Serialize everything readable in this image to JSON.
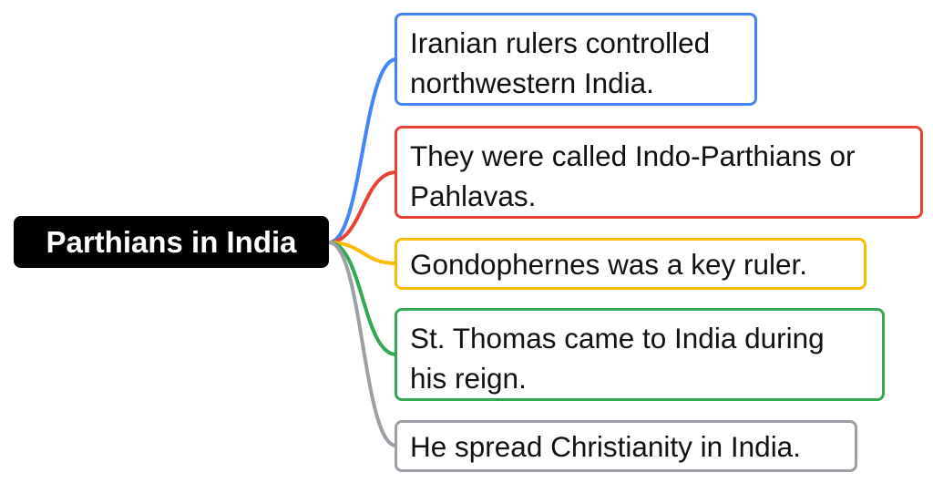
{
  "root": {
    "label": "Parthians in India"
  },
  "branches": [
    {
      "lines": [
        "Iranian rulers controlled",
        "northwestern India."
      ],
      "color": "#4285F4"
    },
    {
      "lines": [
        "They were called Indo-Parthians or",
        "Pahlavas."
      ],
      "color": "#EA4335"
    },
    {
      "lines": [
        "Gondophernes was a key ruler."
      ],
      "color": "#FBBC04"
    },
    {
      "lines": [
        "St. Thomas came to India during",
        "his reign."
      ],
      "color": "#34A853"
    },
    {
      "lines": [
        "He spread Christianity in India."
      ],
      "color": "#9AA0A6"
    }
  ]
}
